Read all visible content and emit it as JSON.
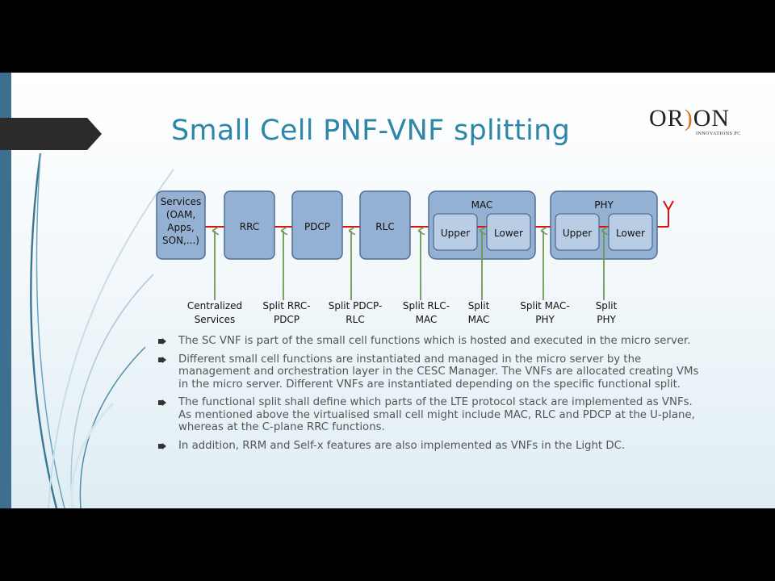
{
  "slide": {
    "title": "Small Cell PNF-VNF splitting",
    "logo": {
      "word": "ORION",
      "tagline": "INNOVATIONS PC"
    }
  },
  "diagram": {
    "blocks": [
      {
        "name": "services",
        "lines": [
          "Services",
          "(OAM,",
          "Apps,",
          "SON,...)"
        ]
      },
      {
        "name": "rrc",
        "label": "RRC"
      },
      {
        "name": "pdcp",
        "label": "PDCP"
      },
      {
        "name": "rlc",
        "label": "RLC"
      },
      {
        "name": "mac",
        "label": "MAC",
        "sub": [
          "Upper",
          "Lower"
        ]
      },
      {
        "name": "phy",
        "label": "PHY",
        "sub": [
          "Upper",
          "Lower"
        ]
      }
    ],
    "splits": [
      [
        "Centralized",
        "Services"
      ],
      [
        "Split RRC-",
        "PDCP"
      ],
      [
        "Split PDCP-",
        "RLC"
      ],
      [
        "Split RLC-",
        "MAC"
      ],
      [
        "Split",
        "MAC"
      ],
      [
        "Split MAC-",
        "PHY"
      ],
      [
        "Split",
        "PHY"
      ]
    ],
    "colors": {
      "block_fill": "#94b0d2",
      "block_stroke": "#4f6f95",
      "link": "#e01010",
      "arrow": "#6e9950",
      "sub_fill": "#b9cde5"
    }
  },
  "bullets": [
    "The SC VNF is part of the small cell functions which is hosted and executed in the micro server.",
    "Different small cell functions are instantiated and managed in the micro server by the management and orchestration layer in the CESC Manager. The VNFs are allocated creating VMs in the micro server. Different VNFs are instantiated depending on the specific functional split.",
    "The functional split shall define which parts of the LTE protocol stack are implemented as VNFs. As mentioned above the virtualised small cell might include MAC, RLC and PDCP at the U-plane, whereas at the C-plane RRC functions.",
    "In addition, RRM and Self-x features are also implemented as VNFs in the Light DC."
  ]
}
